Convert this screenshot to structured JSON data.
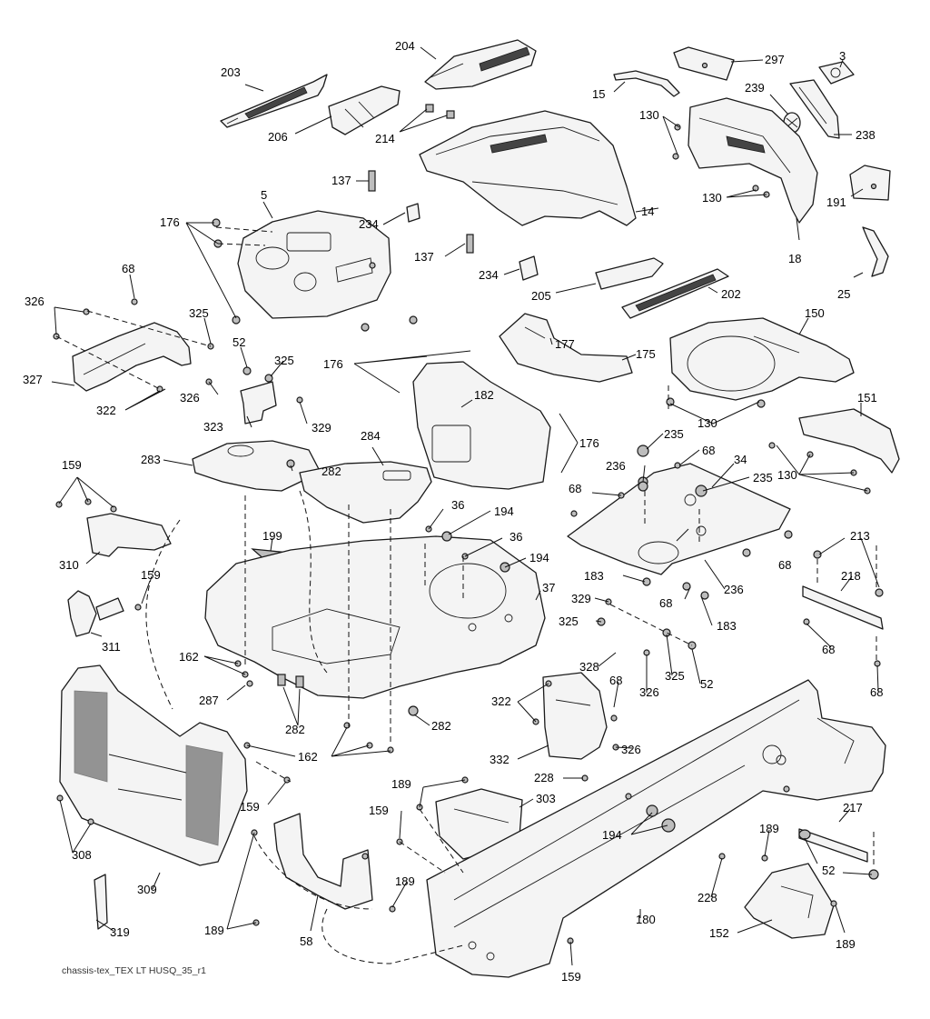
{
  "footer": {
    "caption": "chassis-tex_TEX LT HUSQ_35_r1"
  },
  "labels": {
    "l203": "203",
    "l204": "204",
    "l297": "297",
    "l3": "3",
    "l15": "15",
    "l239": "239",
    "l130a": "130",
    "l238": "238",
    "l206": "206",
    "l214": "214",
    "l137a": "137",
    "l130b": "130",
    "l191": "191",
    "l5": "5",
    "l234a": "234",
    "l14": "14",
    "l176a": "176",
    "l137b": "137",
    "l18": "18",
    "l234b": "234",
    "l68a": "68",
    "l25": "25",
    "l205": "205",
    "l202": "202",
    "l326a": "326",
    "l325a": "325",
    "l150": "150",
    "l177": "177",
    "l52a": "52",
    "l175": "175",
    "l327": "327",
    "l325b": "325",
    "l176b": "176",
    "l182": "182",
    "l151": "151",
    "l326b": "326",
    "l322a": "322",
    "l130c": "130",
    "l323": "323",
    "l329a": "329",
    "l235a": "235",
    "l176c": "176",
    "l284": "284",
    "l68b": "68",
    "l283": "283",
    "l282a": "282",
    "l34": "34",
    "l236a": "236",
    "l130d": "130",
    "l235b": "235",
    "l159a": "159",
    "l68c": "68",
    "l36a": "36",
    "l194a": "194",
    "l199": "199",
    "l36b": "36",
    "l213": "213",
    "l310": "310",
    "l194b": "194",
    "l68d": "68",
    "l218": "218",
    "l159b": "159",
    "l37": "37",
    "l183a": "183",
    "l236b": "236",
    "l68e": "68",
    "l329b": "329",
    "l183b": "183",
    "l325c": "325",
    "l311": "311",
    "l68f": "68",
    "l162a": "162",
    "l328": "328",
    "l325d": "325",
    "l52b": "52",
    "l68g": "68",
    "l68h": "68",
    "l326c": "326",
    "l287": "287",
    "l322b": "322",
    "l282b": "282",
    "l282c": "282",
    "l326d": "326",
    "l162b": "162",
    "l332": "332",
    "l228a": "228",
    "l159c": "159",
    "l189a": "189",
    "l303": "303",
    "l217": "217",
    "l159d": "159",
    "l308": "308",
    "l194c": "194",
    "l189b": "189",
    "l309": "309",
    "l189c": "189",
    "l52c": "52",
    "l228b": "228",
    "l180": "180",
    "l319": "319",
    "l189d": "189",
    "l152": "152",
    "l189e": "189",
    "l58": "58",
    "l159e": "159"
  }
}
